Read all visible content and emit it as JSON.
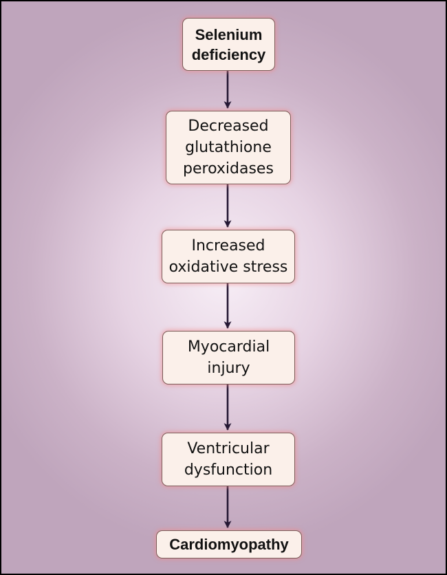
{
  "diagram": {
    "nodes": [
      {
        "id": "n1",
        "label": "Selenium\ndeficiency",
        "bold": true
      },
      {
        "id": "n2",
        "label": "Decreased\nglutathione\nperoxidases",
        "bold": false
      },
      {
        "id": "n3",
        "label": "Increased\noxidative stress",
        "bold": false
      },
      {
        "id": "n4",
        "label": "Myocardial\ninjury",
        "bold": false
      },
      {
        "id": "n5",
        "label": "Ventricular\ndysfunction",
        "bold": false
      },
      {
        "id": "n6",
        "label": "Cardiomyopathy",
        "bold": true
      }
    ],
    "edges": [
      {
        "from": "n1",
        "to": "n2"
      },
      {
        "from": "n2",
        "to": "n3"
      },
      {
        "from": "n3",
        "to": "n4"
      },
      {
        "from": "n4",
        "to": "n5"
      },
      {
        "from": "n5",
        "to": "n6"
      }
    ],
    "colors": {
      "arrow": "#241733",
      "node_fill": "#fbf0ea",
      "node_glow": "#f08c8c"
    }
  }
}
